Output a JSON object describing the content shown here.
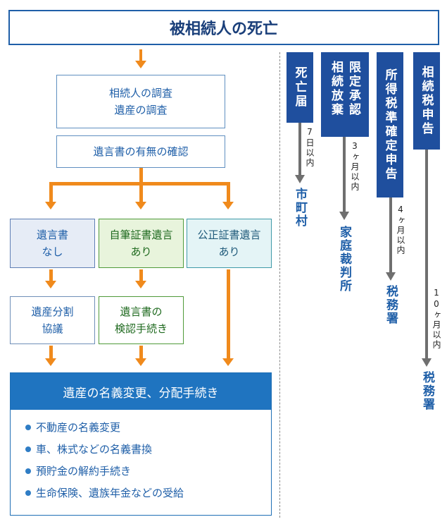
{
  "title": "被相続人の死亡",
  "steps": {
    "survey_line1": "相続人の調査",
    "survey_line2": "遺産の調査",
    "will_check": "遺言書の有無の確認"
  },
  "branches": [
    {
      "line1": "遺言書",
      "line2": "なし"
    },
    {
      "line1": "自筆証書遺言",
      "line2": "あり"
    },
    {
      "line1": "公正証書遺言",
      "line2": "あり"
    }
  ],
  "second_row": {
    "division_line1": "遺産分割",
    "division_line2": "協議",
    "probate_line1": "遺言書の",
    "probate_line2": "検認手続き"
  },
  "final": {
    "header": "遺産の名義変更、分配手続き",
    "items": [
      "不動産の名義変更",
      "車、株式などの名義書換",
      "預貯金の解約手続き",
      "生命保険、遺族年金などの受給"
    ]
  },
  "procedures": [
    {
      "name": "死亡届",
      "deadline": "7日以内",
      "office": "市町村"
    },
    {
      "name": "限定承認相続放棄",
      "deadline": "3ヶ月以内",
      "office": "家庭裁判所"
    },
    {
      "name": "所得税準確定申告",
      "deadline": "4ヶ月以内",
      "office": "税務署"
    },
    {
      "name": "相続税申告",
      "deadline": "10ヶ月以内",
      "office": "税務署"
    }
  ],
  "colors": {
    "navy": "#1f4f9e",
    "orange": "#f08a1c",
    "blue": "#1f5fa8"
  }
}
